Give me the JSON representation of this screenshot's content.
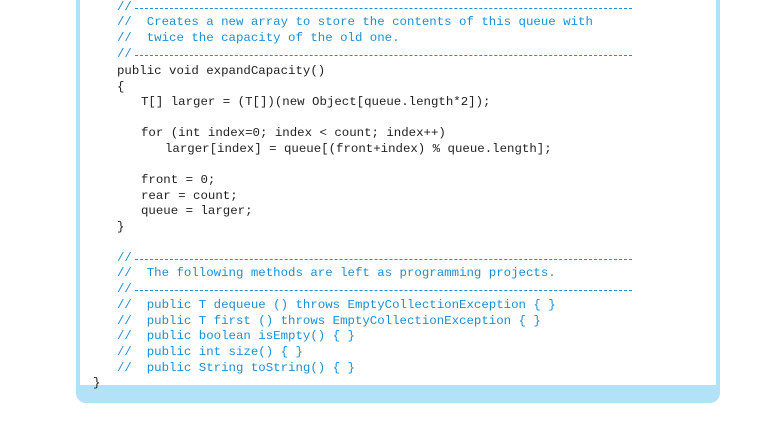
{
  "code": {
    "comment_marker": "//",
    "comment_1": "//  Creates a new array to store the contents of this queue with",
    "comment_2": "//  twice the capacity of the old one.",
    "method_signature": "public void expandCapacity()",
    "open_brace": "{",
    "line_larger": "T[] larger = (T[])(new Object[queue.length*2]);",
    "line_for": "for (int index=0; index < count; index++)",
    "line_assign": "larger[index] = queue[(front+index) % queue.length];",
    "line_front": "front = 0;",
    "line_rear": "rear = count;",
    "line_queue": "queue = larger;",
    "close_brace": "}",
    "comment_3": "//  The following methods are left as programming projects.",
    "stub_1": "//  public T dequeue () throws EmptyCollectionException { }",
    "stub_2": "//  public T first () throws EmptyCollectionException { }",
    "stub_3": "//  public boolean isEmpty() { }",
    "stub_4": "//  public int size() { }",
    "stub_5": "//  public String toString() { }",
    "class_close_brace": "}"
  },
  "colors": {
    "comment": "#1f8fd0",
    "panel_border": "#b3e1f7",
    "code_text": "#1f1f1f"
  }
}
